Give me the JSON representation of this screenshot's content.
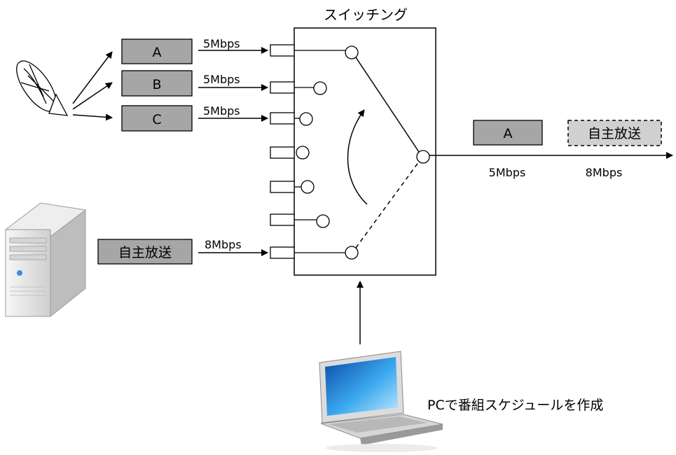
{
  "switch": {
    "title": "スイッチング"
  },
  "inputs": [
    {
      "name": "A",
      "rate": "5Mbps"
    },
    {
      "name": "B",
      "rate": "5Mbps"
    },
    {
      "name": "C",
      "rate": "5Mbps"
    },
    {
      "name": "自主放送",
      "rate": "8Mbps"
    }
  ],
  "output": {
    "live": {
      "name": "A",
      "rate": "5Mbps"
    },
    "next": {
      "name": "自主放送",
      "rate": "8Mbps"
    }
  },
  "pc": {
    "caption": "PCで番組スケジュールを作成"
  },
  "colors": {
    "box_fill": "#a6a6a6",
    "line": "#000000"
  },
  "icons": [
    "satellite-dish-icon",
    "server-icon",
    "laptop-icon"
  ]
}
